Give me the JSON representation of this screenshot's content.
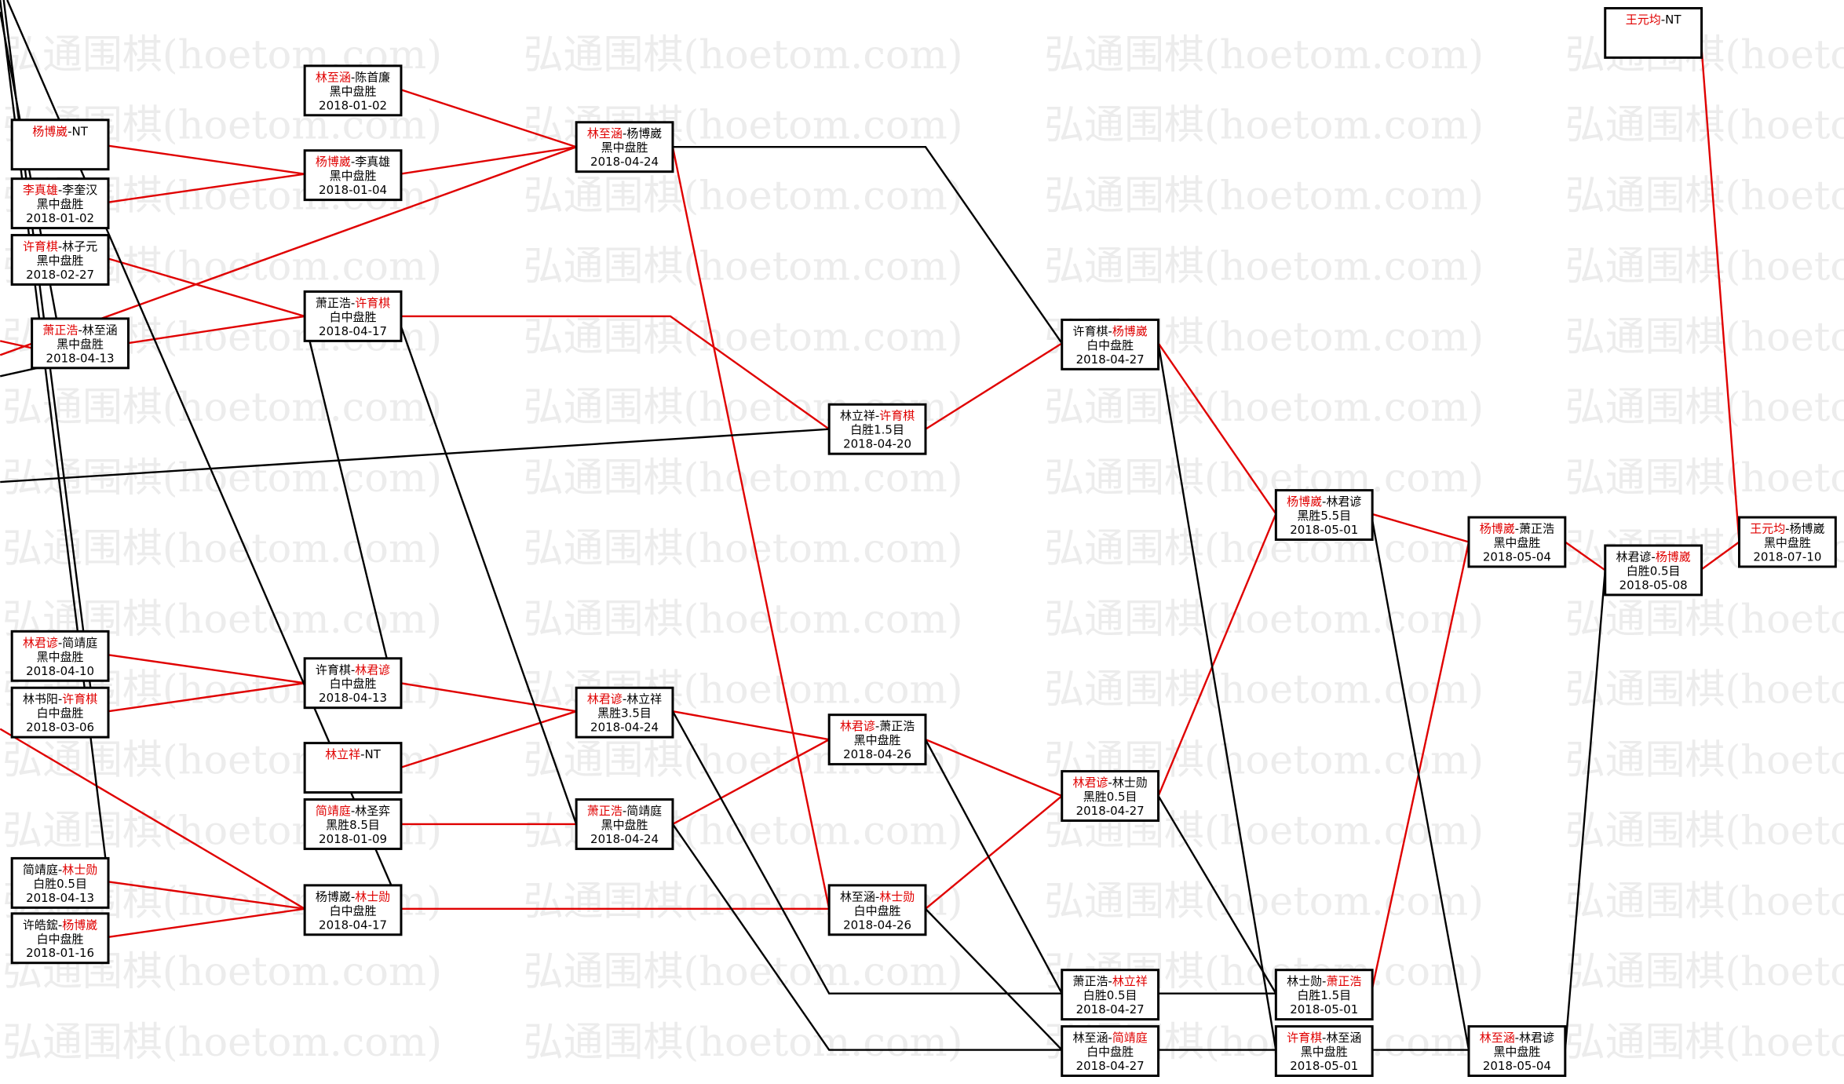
{
  "watermark": "弘通围棋(hoetom.com)",
  "colors": {
    "winner": "#e00000",
    "loser_line": "#000000",
    "box_border": "#000000",
    "watermark": "#ececec"
  },
  "games": [
    {
      "p1": "杨博崴",
      "p2": "NT",
      "winner": 1,
      "result": "",
      "date": ""
    },
    {
      "p1": "李真雄",
      "p2": "李奎汉",
      "winner": 1,
      "result": "黑中盘胜",
      "date": "2018-01-02"
    },
    {
      "p1": "许育棋",
      "p2": "林子元",
      "winner": 1,
      "result": "黑中盘胜",
      "date": "2018-02-27"
    },
    {
      "p1": "萧正浩",
      "p2": "林至涵",
      "winner": 1,
      "result": "黑中盘胜",
      "date": "2018-04-13"
    },
    {
      "p1": "林君谚",
      "p2": "简靖庭",
      "winner": 1,
      "result": "黑中盘胜",
      "date": "2018-04-10"
    },
    {
      "p1": "林书阳",
      "p2": "许育棋",
      "winner": 2,
      "result": "白中盘胜",
      "date": "2018-03-06"
    },
    {
      "p1": "简靖庭",
      "p2": "林士勋",
      "winner": 2,
      "result": "白胜0.5目",
      "date": "2018-04-13"
    },
    {
      "p1": "许皓鋐",
      "p2": "杨博崴",
      "winner": 2,
      "result": "白中盘胜",
      "date": "2018-01-16"
    },
    {
      "p1": "林至涵",
      "p2": "陈首廉",
      "winner": 1,
      "result": "黑中盘胜",
      "date": "2018-01-02"
    },
    {
      "p1": "杨博崴",
      "p2": "李真雄",
      "winner": 1,
      "result": "黑中盘胜",
      "date": "2018-01-04"
    },
    {
      "p1": "萧正浩",
      "p2": "许育棋",
      "winner": 2,
      "result": "白中盘胜",
      "date": "2018-04-17"
    },
    {
      "p1": "许育棋",
      "p2": "林君谚",
      "winner": 2,
      "result": "白中盘胜",
      "date": "2018-04-13"
    },
    {
      "p1": "林立祥",
      "p2": "NT",
      "winner": 1,
      "result": "",
      "date": ""
    },
    {
      "p1": "简靖庭",
      "p2": "林圣弈",
      "winner": 1,
      "result": "黑胜8.5目",
      "date": "2018-01-09"
    },
    {
      "p1": "杨博崴",
      "p2": "林士勋",
      "winner": 2,
      "result": "白中盘胜",
      "date": "2018-04-17"
    },
    {
      "p1": "林至涵",
      "p2": "杨博崴",
      "winner": 1,
      "result": "黑中盘胜",
      "date": "2018-04-24"
    },
    {
      "p1": "林君谚",
      "p2": "林立祥",
      "winner": 1,
      "result": "黑胜3.5目",
      "date": "2018-04-24"
    },
    {
      "p1": "萧正浩",
      "p2": "简靖庭",
      "winner": 1,
      "result": "黑中盘胜",
      "date": "2018-04-24"
    },
    {
      "p1": "林立祥",
      "p2": "许育棋",
      "winner": 2,
      "result": "白胜1.5目",
      "date": "2018-04-20"
    },
    {
      "p1": "林君谚",
      "p2": "萧正浩",
      "winner": 1,
      "result": "黑中盘胜",
      "date": "2018-04-26"
    },
    {
      "p1": "林至涵",
      "p2": "林士勋",
      "winner": 2,
      "result": "白中盘胜",
      "date": "2018-04-26"
    },
    {
      "p1": "许育棋",
      "p2": "杨博崴",
      "winner": 2,
      "result": "白中盘胜",
      "date": "2018-04-27"
    },
    {
      "p1": "林君谚",
      "p2": "林士勋",
      "winner": 1,
      "result": "黑胜0.5目",
      "date": "2018-04-27"
    },
    {
      "p1": "萧正浩",
      "p2": "林立祥",
      "winner": 2,
      "result": "白胜0.5目",
      "date": "2018-04-27"
    },
    {
      "p1": "林至涵",
      "p2": "简靖庭",
      "winner": 2,
      "result": "白中盘胜",
      "date": "2018-04-27"
    },
    {
      "p1": "杨博崴",
      "p2": "林君谚",
      "winner": 1,
      "result": "黑胜5.5目",
      "date": "2018-05-01"
    },
    {
      "p1": "林士勋",
      "p2": "萧正浩",
      "winner": 2,
      "result": "白胜1.5目",
      "date": "2018-05-01"
    },
    {
      "p1": "许育棋",
      "p2": "林至涵",
      "winner": 1,
      "result": "黑中盘胜",
      "date": "2018-05-01"
    },
    {
      "p1": "杨博崴",
      "p2": "萧正浩",
      "winner": 1,
      "result": "黑中盘胜",
      "date": "2018-05-04"
    },
    {
      "p1": "林至涵",
      "p2": "林君谚",
      "winner": 1,
      "result": "黑中盘胜",
      "date": "2018-05-04"
    },
    {
      "p1": "王元均",
      "p2": "NT",
      "winner": 1,
      "result": "",
      "date": ""
    },
    {
      "p1": "林君谚",
      "p2": "杨博崴",
      "winner": 2,
      "result": "白胜0.5目",
      "date": "2018-05-08"
    },
    {
      "p1": "王元均",
      "p2": "杨博崴",
      "winner": 1,
      "result": "黑中盘胜",
      "date": "2018-07-10"
    }
  ]
}
